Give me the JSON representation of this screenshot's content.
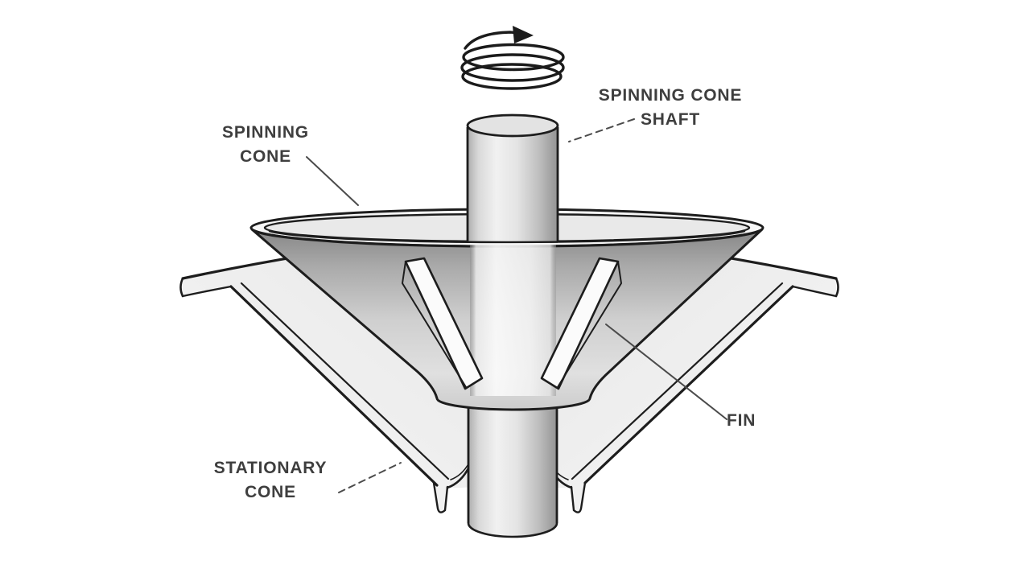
{
  "figure": {
    "background_color": "#ffffff",
    "ink_color": "#1d1d1d",
    "label_text_color": "#3e3e3e",
    "leader_line_color": "#4b4b4b",
    "labels": {
      "spinning_cone_shaft": {
        "line1": "SPINNING CONE",
        "line2": "SHAFT"
      },
      "spinning_cone": {
        "line1": "SPINNING",
        "line2": "CONE"
      },
      "fin": {
        "line1": "FIN"
      },
      "stationary_cone": {
        "line1": "STATIONARY",
        "line2": "CONE"
      }
    }
  }
}
